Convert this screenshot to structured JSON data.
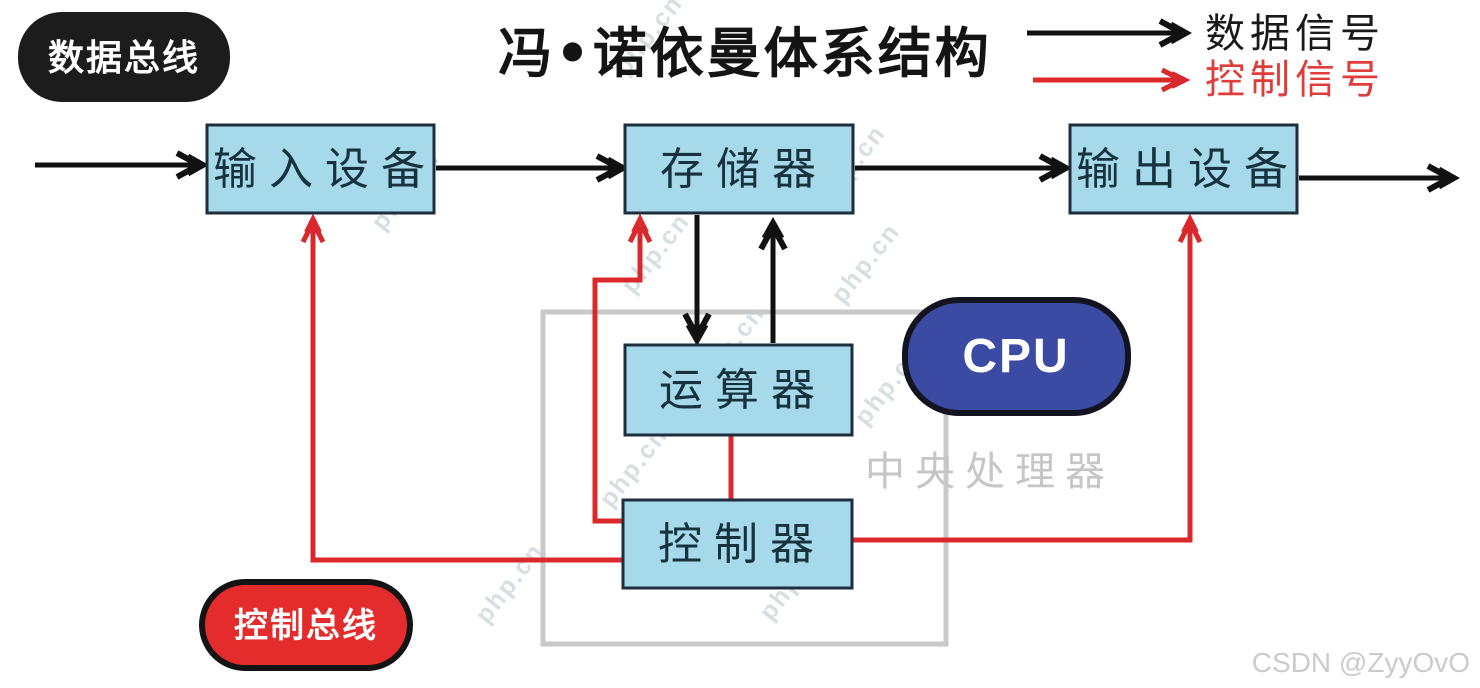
{
  "title": "冯•诺依曼体系结构",
  "legend": {
    "data_signal": {
      "label": "数据信号",
      "color": "#1a1a1a"
    },
    "control_signal": {
      "label": "控制信号",
      "color": "#e13c3c"
    }
  },
  "badges": {
    "data_bus": {
      "label": "数据总线",
      "bg": "#1c1c1c",
      "text_color": "#ffffff"
    },
    "control_bus": {
      "label": "控制总线",
      "bg": "#e52c2c",
      "text_color": "#ffffff"
    },
    "cpu": {
      "label": "CPU",
      "bg": "#3b4aa2",
      "text_color": "#ffffff"
    }
  },
  "nodes": {
    "input_device": "输入设备",
    "memory": "存储器",
    "output_device": "输出设备",
    "alu": "运算器",
    "control_unit": "控制器",
    "cpu_group": "中央处理器"
  },
  "colors": {
    "node_fill": "#a6d9e9",
    "node_border": "#1d2e3e",
    "data_line": "#111111",
    "control_line": "#d9292d",
    "group_border": "#c9c9c9"
  },
  "watermark": "php.cn",
  "credit": "CSDN @ZyyOvO"
}
